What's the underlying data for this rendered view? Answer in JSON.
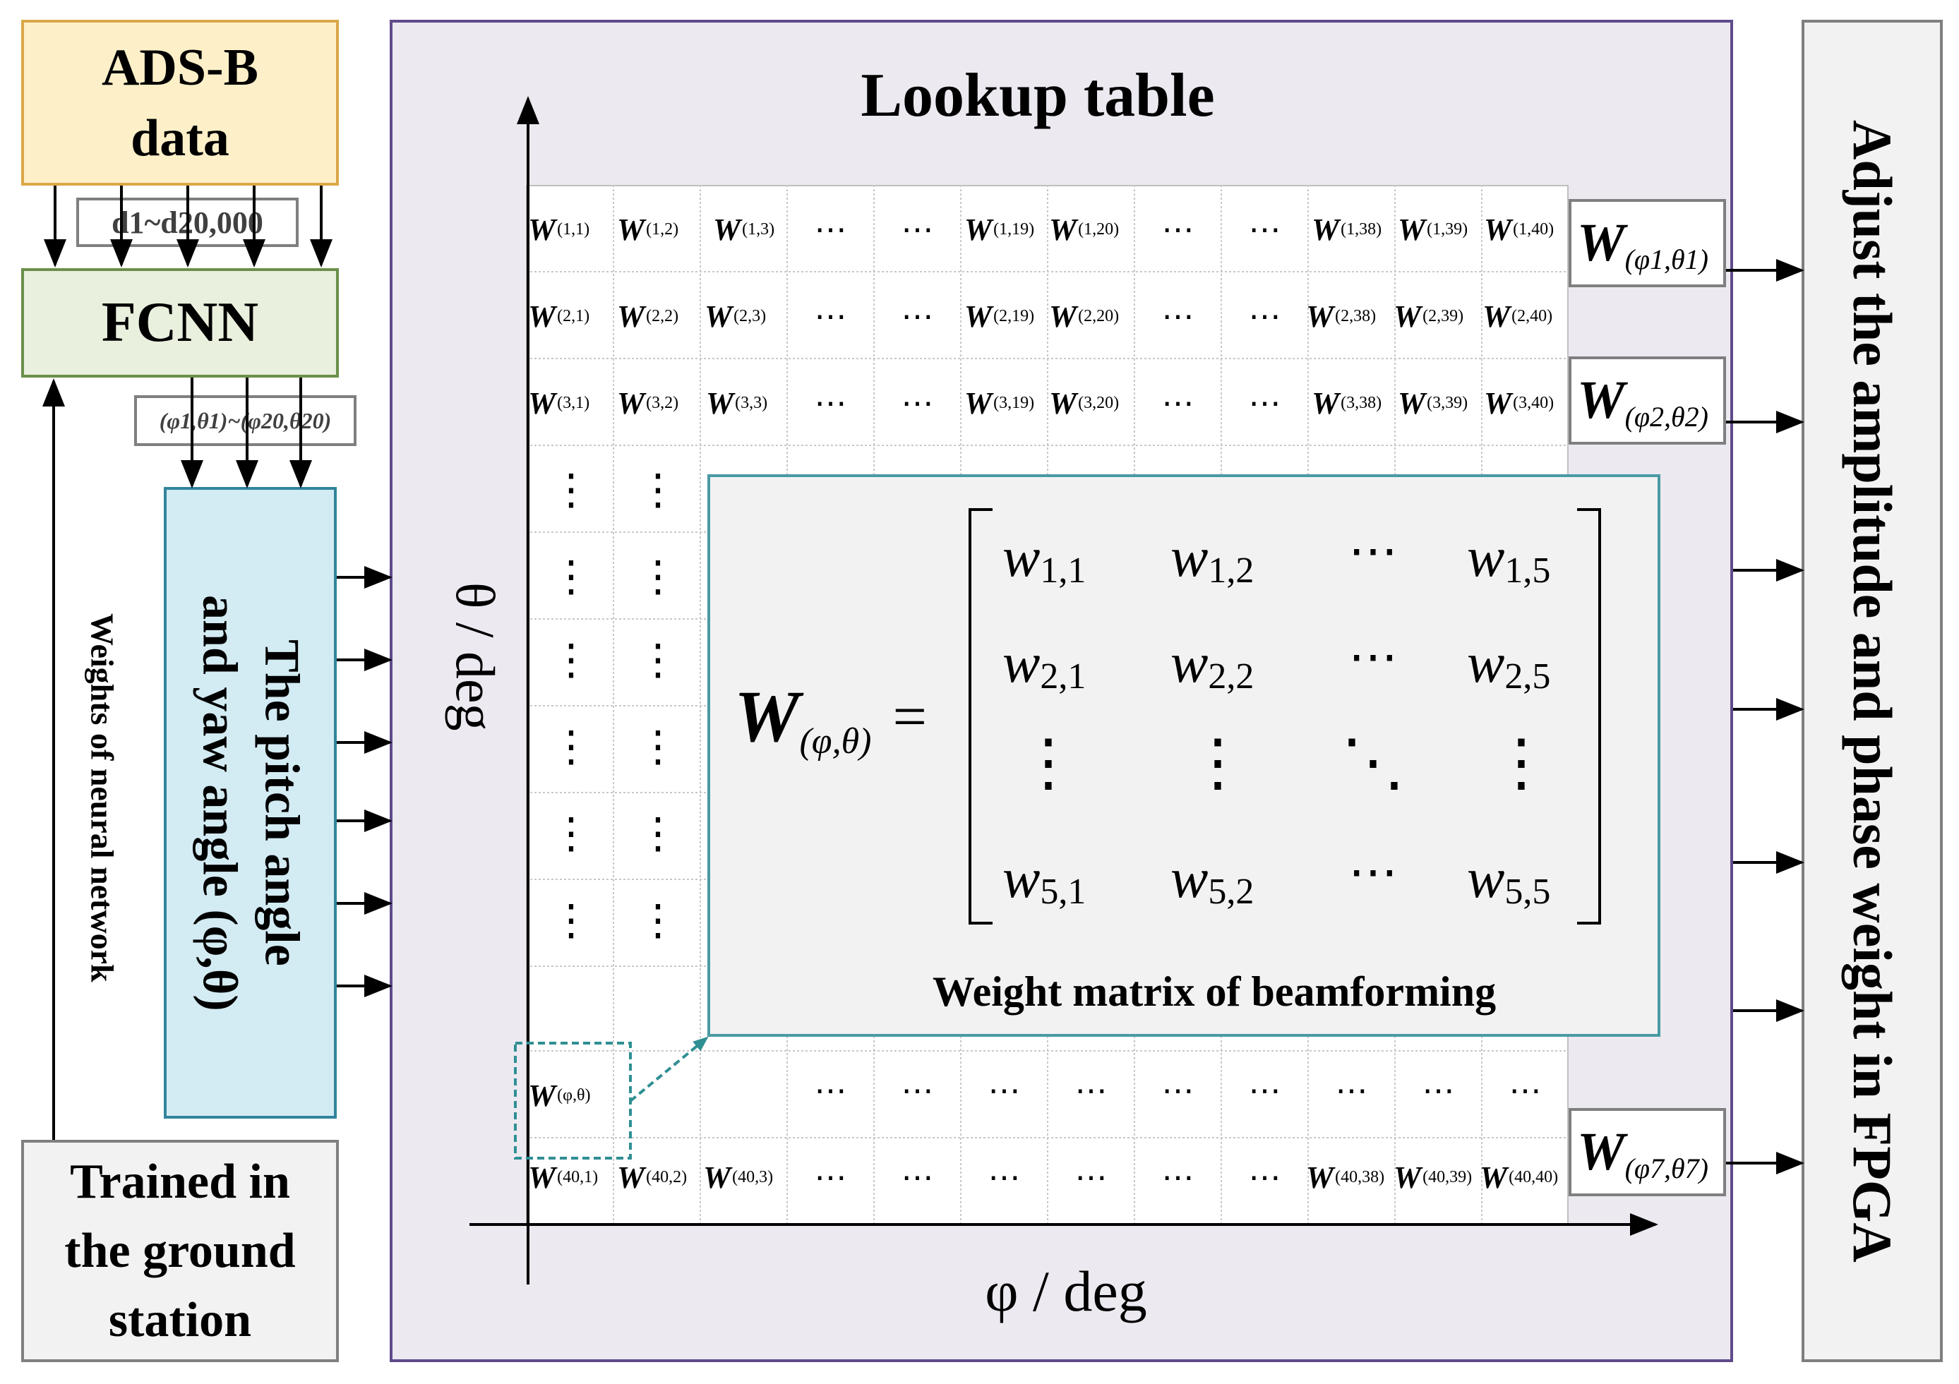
{
  "adsb": {
    "line1": "ADS-B",
    "line2": "data"
  },
  "data_label": "d1~d20,000",
  "fcnn": "FCNN",
  "angle_label": "(φ1,θ1)~(φ20,θ20)",
  "pitch_box": {
    "line1": "The pitch angle",
    "line2": "and yaw angle (φ,θ)"
  },
  "weights_label": "Weights of neural network",
  "trained": {
    "line1": "Trained in",
    "line2": "the ground",
    "line3": "station"
  },
  "lookup_title": "Lookup table",
  "axis": {
    "y": "θ / deg",
    "x": "φ / deg"
  },
  "fpga": "Adjust the amplitude and phase weight in FPGA",
  "matrix": {
    "lhs": "W",
    "lhs_sub": "(φ,θ)",
    "rows": [
      [
        "w",
        "1,1",
        "w",
        "1,2",
        "⋯",
        "w",
        "1,5"
      ],
      [
        "w",
        "2,1",
        "w",
        "2,2",
        "⋯",
        "w",
        "2,5"
      ],
      [
        "⋮",
        "",
        "⋮",
        "",
        "⋱",
        "⋮",
        ""
      ],
      [
        "w",
        "5,1",
        "w",
        "5,2",
        "⋯",
        "w",
        "5,5"
      ]
    ],
    "caption": "Weight matrix of beamforming"
  },
  "table": {
    "row1": [
      "(1,1)",
      "(1,2)",
      "(1,3)",
      "(1,19)",
      "(1,20)",
      "(1,38)",
      "(1,39)",
      "(1,40)"
    ],
    "row2": [
      "(2,1)",
      "(2,2)",
      "(2,3)",
      "(2,19)",
      "(2,20)",
      "(2,38)",
      "(2,39)",
      "(2,40)"
    ],
    "row3": [
      "(3,1)",
      "(3,2)",
      "(3,3)",
      "(3,19)",
      "(3,20)",
      "(3,38)",
      "(3,39)",
      "(3,40)"
    ],
    "row40": [
      "(40,1)",
      "(40,2)",
      "(40,3)",
      "(40,38)",
      "(40,39)",
      "(40,40)"
    ],
    "sample": "(φ,θ)",
    "w": "W",
    "hdots": "⋯",
    "vdots": "⋮"
  },
  "outputs": [
    {
      "w": "W",
      "sub": "(φ1,θ1)"
    },
    {
      "w": "W",
      "sub": "(φ2,θ2)"
    },
    {
      "w": "W",
      "sub": "(φ7,θ7)"
    }
  ]
}
